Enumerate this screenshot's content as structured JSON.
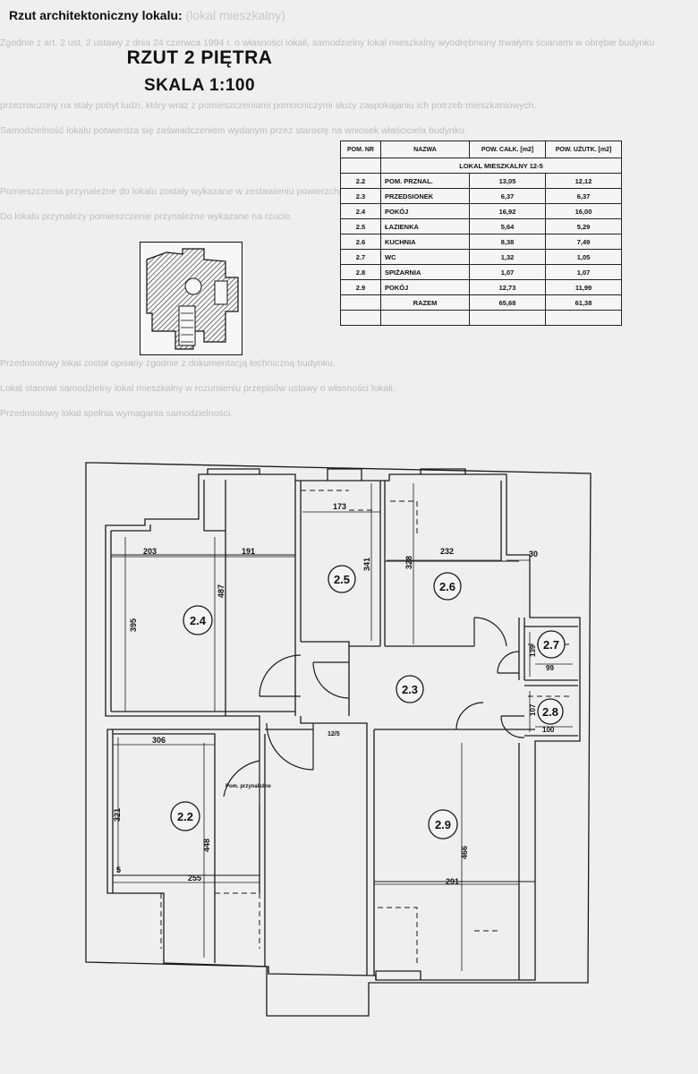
{
  "header": {
    "label": "Rzut architektoniczny lokalu:",
    "faint_suffix": "(lokal mieszkalny)"
  },
  "title": {
    "line1": "RZUT 2 PIĘTRA",
    "line2": "SKALA 1:100"
  },
  "table": {
    "headers": [
      "POM. NR",
      "NAZWA",
      "POW. CAŁK. [m2]",
      "POW. UŻUTK. [m2]"
    ],
    "section": "LOKAL MIESZKALNY 12-5",
    "rows": [
      {
        "nr": "2.2",
        "name": "POM. PRZNAL.",
        "total": "13,05",
        "usable": "12,12"
      },
      {
        "nr": "2.3",
        "name": "PRZEDSIONEK",
        "total": "6,37",
        "usable": "6,37"
      },
      {
        "nr": "2.4",
        "name": "POKÓJ",
        "total": "16,92",
        "usable": "16,00"
      },
      {
        "nr": "2.5",
        "name": "ŁAZIENKA",
        "total": "5,64",
        "usable": "5,29"
      },
      {
        "nr": "2.6",
        "name": "KUCHNIA",
        "total": "8,38",
        "usable": "7,49"
      },
      {
        "nr": "2.7",
        "name": "WC",
        "total": "1,32",
        "usable": "1,05"
      },
      {
        "nr": "2.8",
        "name": "SPIŻARNIA",
        "total": "1,07",
        "usable": "1,07"
      },
      {
        "nr": "2.9",
        "name": "POKÓJ",
        "total": "12,73",
        "usable": "11,99"
      }
    ],
    "total_label": "RAZEM",
    "total_total": "65,68",
    "total_usable": "61,38"
  },
  "plan": {
    "rooms": [
      "2.2",
      "2.3",
      "2.4",
      "2.5",
      "2.6",
      "2.7",
      "2.8",
      "2.9"
    ],
    "dimensions": [
      "203",
      "191",
      "173",
      "341",
      "328",
      "232",
      "30",
      "395",
      "487",
      "139",
      "99",
      "107",
      "100",
      "12/5",
      "306",
      "321",
      "448",
      "255",
      "5",
      "466",
      "291"
    ],
    "note": "Pom. przynależne"
  },
  "colors": {
    "line": "#1a1a1a",
    "paper": "#efefef",
    "hatch": "#333333"
  }
}
